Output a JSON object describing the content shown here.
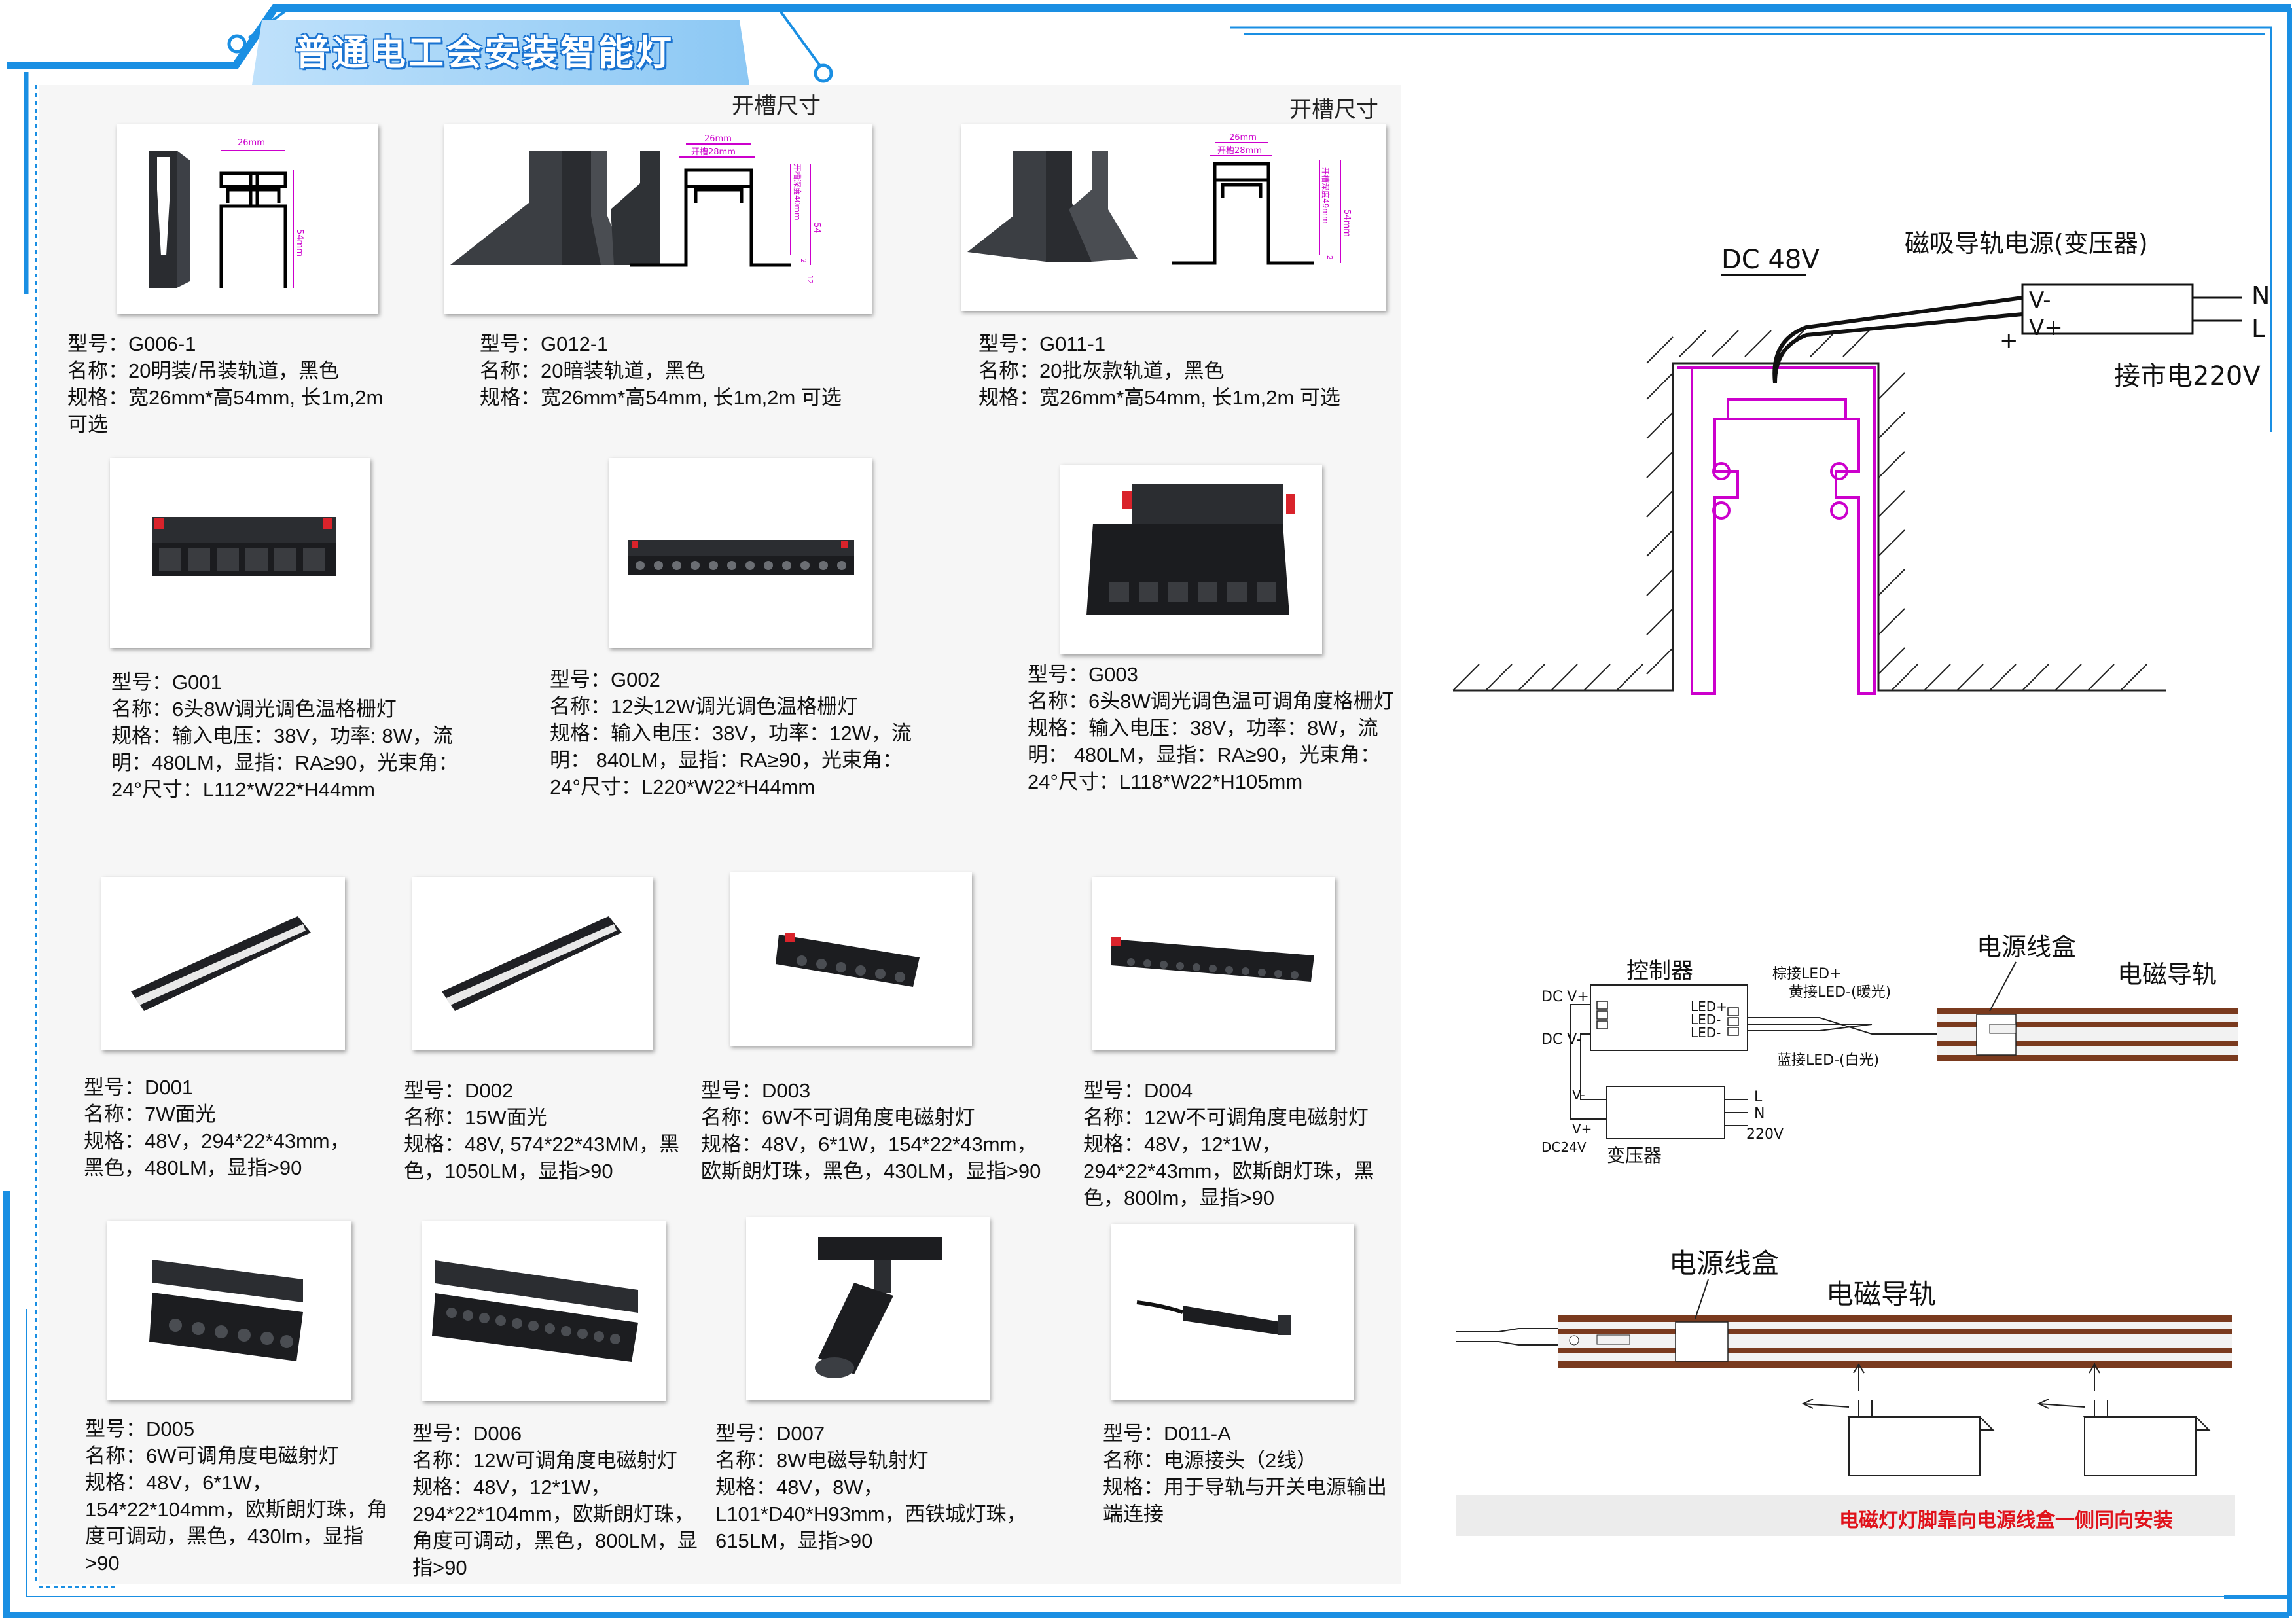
{
  "title": "普通电工会安装智能灯",
  "slot_labels": [
    "开槽尺寸",
    "开槽尺寸"
  ],
  "colors": {
    "frame_blue": "#1a8fe3",
    "slot_magenta": "#cc00cc",
    "note_red": "#e0121b",
    "rail_brown": "#7a3a1e"
  },
  "products": [
    {
      "id": "g006",
      "lines": [
        "型号：G006-1",
        "名称：20明装/吊装轨道，黑色",
        "规格：宽26mm*高54mm, 长1m,2m 可选"
      ],
      "dims": [
        "26mm",
        "54mm"
      ]
    },
    {
      "id": "g012",
      "lines": [
        "型号：G012-1",
        "名称：20暗装轨道，黑色",
        "规格：宽26mm*高54mm, 长1m,2m 可选"
      ],
      "dims": [
        "26mm",
        "开槽28mm",
        "开槽深度40mm",
        "54",
        "2",
        "12"
      ]
    },
    {
      "id": "g011",
      "lines": [
        "型号：G011-1",
        "名称：20批灰款轨道，黑色",
        "规格：宽26mm*高54mm, 长1m,2m 可选"
      ],
      "dims": [
        "26mm",
        "开槽28mm",
        "开槽深度49mm",
        "54mm",
        "2"
      ]
    },
    {
      "id": "g001",
      "lines": [
        "型号：G001",
        "名称：6头8W调光调色温格栅灯",
        "规格：输入电压：38V，功率: 8W，流明：480LM，显指：RA≥90，光束角：24°尺寸：L112*W22*H44mm"
      ]
    },
    {
      "id": "g002",
      "lines": [
        "型号：G002",
        "名称：12头12W调光调色温格栅灯",
        "规格：输入电压：38V，功率：12W，流明： 840LM，显指：RA≥90，光束角：24°尺寸：L220*W22*H44mm"
      ]
    },
    {
      "id": "g003",
      "lines": [
        "型号：G003",
        "名称：6头8W调光调色温可调角度格栅灯",
        "规格：输入电压：38V，功率：8W，流明： 480LM，显指：RA≥90，光束角：24°尺寸：L118*W22*H105mm"
      ]
    },
    {
      "id": "d001",
      "lines": [
        "型号：D001",
        "名称：7W面光",
        "规格：48V，294*22*43mm，黑色，480LM，显指>90"
      ]
    },
    {
      "id": "d002",
      "lines": [
        "型号：D002",
        "名称：15W面光",
        "规格：48V, 574*22*43MM，黑色，1050LM，显指>90"
      ]
    },
    {
      "id": "d003",
      "lines": [
        "型号：D003",
        "名称：6W不可调角度电磁射灯",
        "规格：48V，6*1W，154*22*43mm，欧斯朗灯珠，黑色，430LM，显指>90"
      ]
    },
    {
      "id": "d004",
      "lines": [
        "型号：D004",
        "名称：12W不可调角度电磁射灯",
        "规格：48V，12*1W，294*22*43mm，欧斯朗灯珠，黑色，800lm，显指>90"
      ]
    },
    {
      "id": "d005",
      "lines": [
        "型号：D005",
        "名称：6W可调角度电磁射灯",
        "规格：48V，6*1W，154*22*104mm，欧斯朗灯珠，角度可调动，黑色，430lm，显指>90"
      ]
    },
    {
      "id": "d006",
      "lines": [
        "型号：D006",
        "名称：12W可调角度电磁射灯",
        "规格：48V，12*1W，294*22*104mm，欧斯朗灯珠，角度可调动，黑色，800LM，显指>90"
      ]
    },
    {
      "id": "d007",
      "lines": [
        "型号：D007",
        "名称：8W电磁导轨射灯",
        "规格：48V，8W，L101*D40*H93mm，西铁城灯珠，615LM，显指>90"
      ]
    },
    {
      "id": "d011a",
      "lines": [
        "型号：D011-A",
        "名称：电源接头（2线）",
        "规格：用于导轨与开关电源输出端连接"
      ]
    }
  ],
  "diagram_top": {
    "dc": "DC 48V",
    "psu": "磁吸导轨电源(变压器)",
    "vminus": "V-",
    "vplus": "V+",
    "minus": "-",
    "plus": "+",
    "n": "N",
    "l": "L",
    "mains": "接市电220V"
  },
  "diagram_mid": {
    "controller": "控制器",
    "psu_box": "电源线盒",
    "rail": "电磁导轨",
    "dcplus": "DC V+",
    "dcminus": "DC V-",
    "ledp": "LED+",
    "ledm1": "LED-",
    "ledm2": "LED-",
    "brown": "棕接LED+",
    "yellow": "黄接LED-(暖光)",
    "blue": "蓝接LED-(白光)",
    "tv_minus": "V-",
    "tv_plus": "V+",
    "dc24": "DC24V",
    "transformer": "变压器",
    "l": "L",
    "n": "N",
    "v220": "220V"
  },
  "diagram_bottom": {
    "psu_box": "电源线盒",
    "rail": "电磁导轨"
  },
  "note": "电磁灯灯脚靠向电源线盒一侧同向安装"
}
